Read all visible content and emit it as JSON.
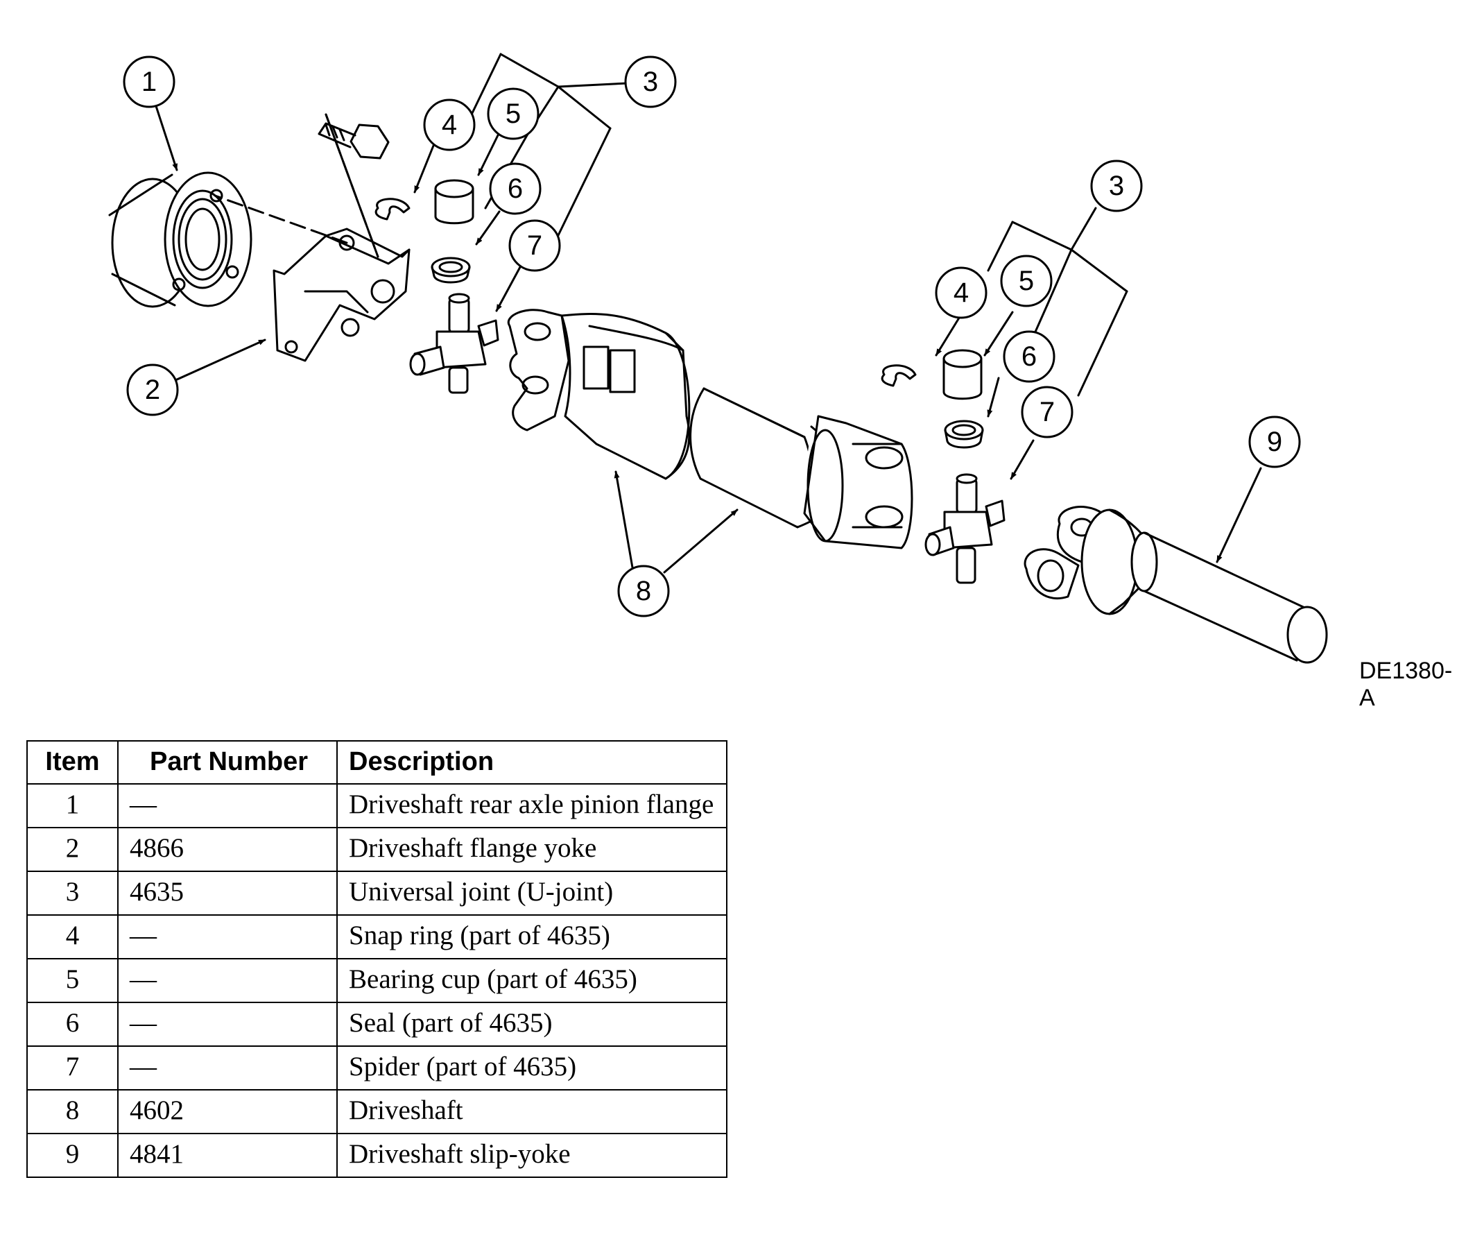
{
  "figure_id": "DE1380-A",
  "callouts": {
    "c1": "1",
    "c2": "2",
    "c3a": "3",
    "c4a": "4",
    "c5a": "5",
    "c6a": "6",
    "c7a": "7",
    "c3b": "3",
    "c4b": "4",
    "c5b": "5",
    "c6b": "6",
    "c7b": "7",
    "c8": "8",
    "c9": "9"
  },
  "table": {
    "headers": {
      "item": "Item",
      "part_number": "Part Number",
      "description": "Description"
    },
    "rows": [
      {
        "item": "1",
        "part_number": "—",
        "description": "Driveshaft rear axle pinion flange"
      },
      {
        "item": "2",
        "part_number": "4866",
        "description": "Driveshaft flange yoke"
      },
      {
        "item": "3",
        "part_number": "4635",
        "description": "Universal joint (U-joint)"
      },
      {
        "item": "4",
        "part_number": "—",
        "description": "Snap ring (part of 4635)"
      },
      {
        "item": "5",
        "part_number": "—",
        "description": "Bearing cup (part of 4635)"
      },
      {
        "item": "6",
        "part_number": "—",
        "description": "Seal (part of 4635)"
      },
      {
        "item": "7",
        "part_number": "—",
        "description": "Spider (part of 4635)"
      },
      {
        "item": "8",
        "part_number": "4602",
        "description": "Driveshaft"
      },
      {
        "item": "9",
        "part_number": "4841",
        "description": "Driveshaft slip-yoke"
      }
    ]
  }
}
